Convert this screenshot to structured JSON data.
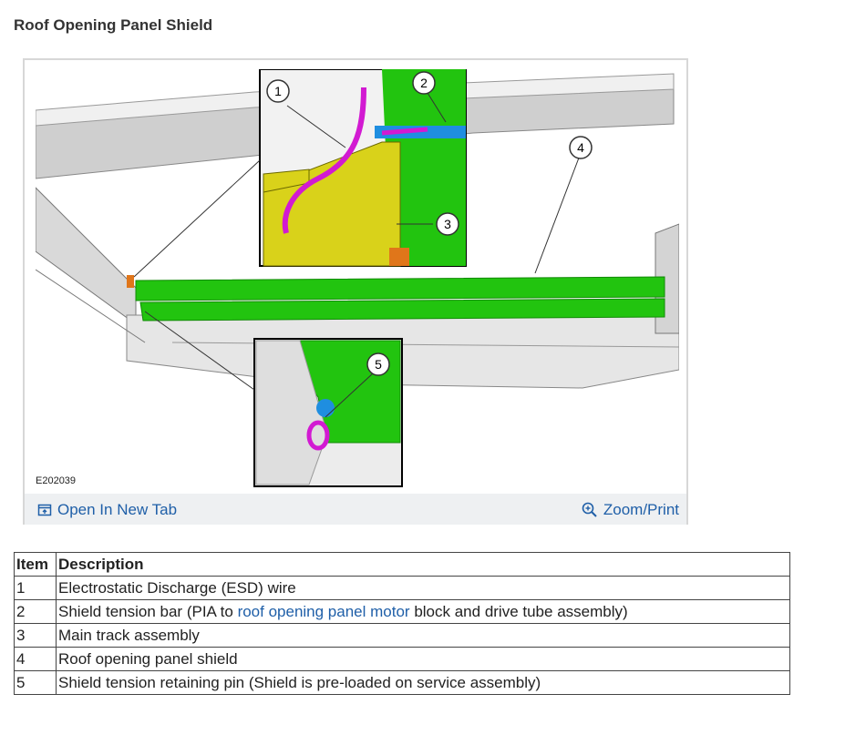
{
  "page": {
    "title": "Roof Opening Panel Shield"
  },
  "figure": {
    "id_label": "E202039",
    "callouts": [
      "1",
      "2",
      "3",
      "4",
      "5"
    ],
    "colors": {
      "shield_green": "#22c40f",
      "track_yellow": "#d9d21a",
      "wire_magenta": "#d21ad2",
      "bar_blue": "#1f8ee0",
      "pin_orange": "#e0761a",
      "frame_gray": "#c8c8c8"
    }
  },
  "toolbar": {
    "open_tab_icon": "open-in-new-tab-icon",
    "open_tab_label": "Open In New Tab",
    "zoom_icon": "magnifier-plus-icon",
    "zoom_label": "Zoom/Print"
  },
  "table": {
    "headers": {
      "item": "Item",
      "description": "Description"
    },
    "rows": [
      {
        "item": "1",
        "pre": "Electrostatic Discharge (ESD) wire",
        "link": "",
        "post": ""
      },
      {
        "item": "2",
        "pre": "Shield tension bar (PIA to ",
        "link": "roof opening panel motor",
        "post": " block and drive tube assembly)"
      },
      {
        "item": "3",
        "pre": "Main track assembly",
        "link": "",
        "post": ""
      },
      {
        "item": "4",
        "pre": "Roof opening panel shield",
        "link": "",
        "post": ""
      },
      {
        "item": "5",
        "pre": "Shield tension retaining pin (Shield is pre-loaded on service assembly)",
        "link": "",
        "post": ""
      }
    ]
  }
}
